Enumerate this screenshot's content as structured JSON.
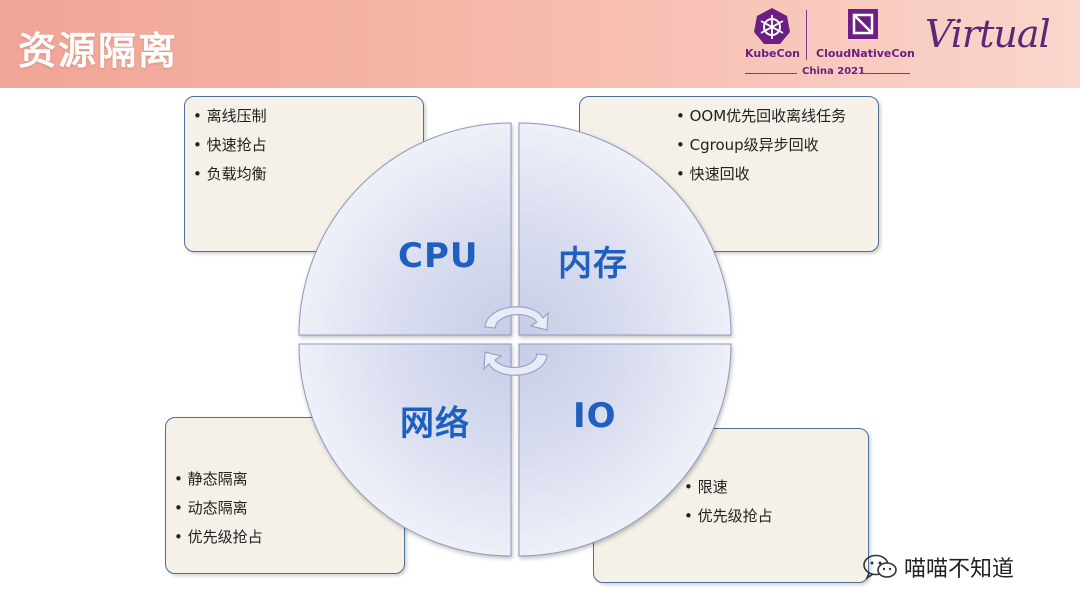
{
  "header": {
    "title": "资源隔离",
    "logos": {
      "kubecon": "KubeCon",
      "cloudnativecon": "CloudNativeCon",
      "event": "China 2021",
      "virtual": "Virtual"
    }
  },
  "quadrants": {
    "cpu": {
      "label": "CPU",
      "items": [
        "离线压制",
        "快速抢占",
        "负载均衡"
      ]
    },
    "memory": {
      "label": "内存",
      "items": [
        "OOM优先回收离线任务",
        "Cgroup级异步回收",
        "快速回收"
      ]
    },
    "network": {
      "label": "网络",
      "items": [
        "静态隔离",
        "动态隔离",
        "优先级抢占"
      ]
    },
    "io": {
      "label": "IO",
      "items": [
        "限速",
        "优先级抢占"
      ]
    }
  },
  "watermark": {
    "text": "喵喵不知道",
    "icon": "wechat-icon"
  },
  "colors": {
    "accent_blue": "#1f5fbf",
    "box_border": "#4f6f96",
    "box_fill": "#f5f0e8",
    "header_pink": "#f5b3a4",
    "brand_purple": "#6b1f82"
  }
}
